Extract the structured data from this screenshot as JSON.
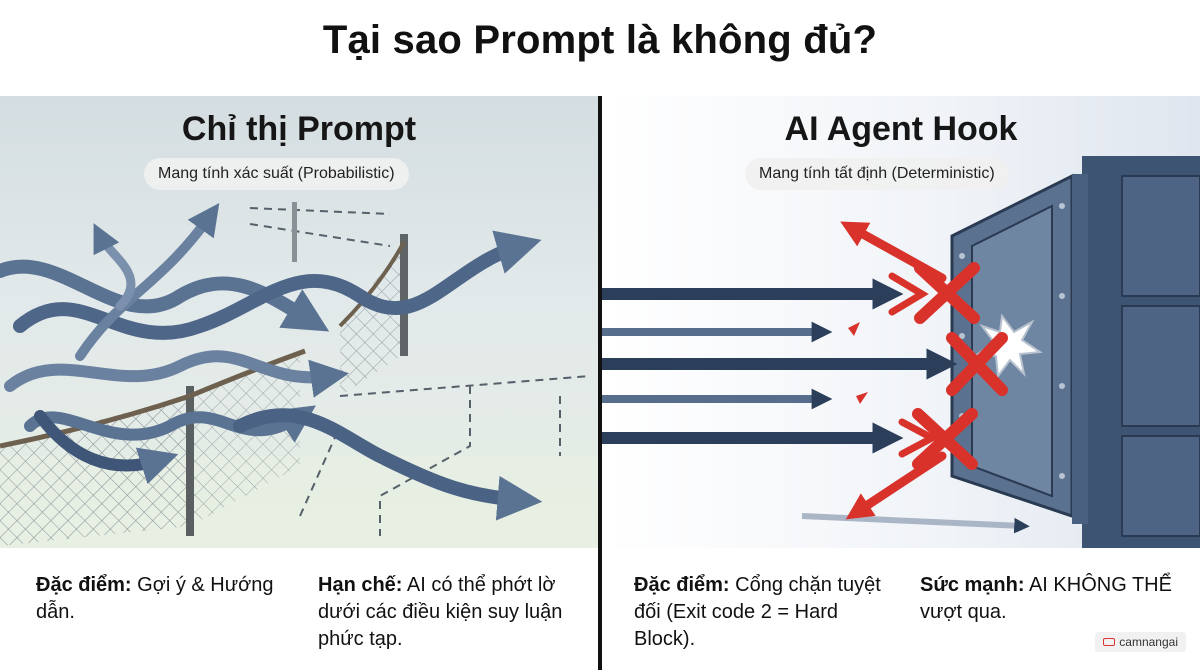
{
  "title": "Tại sao Prompt là không đủ?",
  "left_panel": {
    "title": "Chỉ thị Prompt",
    "subtitle": "Mang tính xác suất (Probabilistic)"
  },
  "right_panel": {
    "title": "AI Agent Hook",
    "subtitle": "Mang tính tất định (Deterministic)"
  },
  "notes": [
    {
      "label": "Đặc điểm:",
      "text": "Gợi ý & Hướng dẫn."
    },
    {
      "label": "Hạn chế:",
      "text": "AI có thể phớt lờ dưới các điều kiện suy luận phức tạp."
    },
    {
      "label": "Đặc điểm:",
      "text": "Cổng chặn tuyệt đối (Exit code 2 = Hard Block)."
    },
    {
      "label": "Sức mạnh:",
      "text": "AI KHÔNG THỂ vượt qua."
    }
  ],
  "watermark": "camnangai",
  "colors": {
    "arrow_blue": "#5b7393",
    "arrow_dark": "#2c3f5a",
    "block_red": "#d8322b",
    "gate_steel": "#4f6684"
  }
}
